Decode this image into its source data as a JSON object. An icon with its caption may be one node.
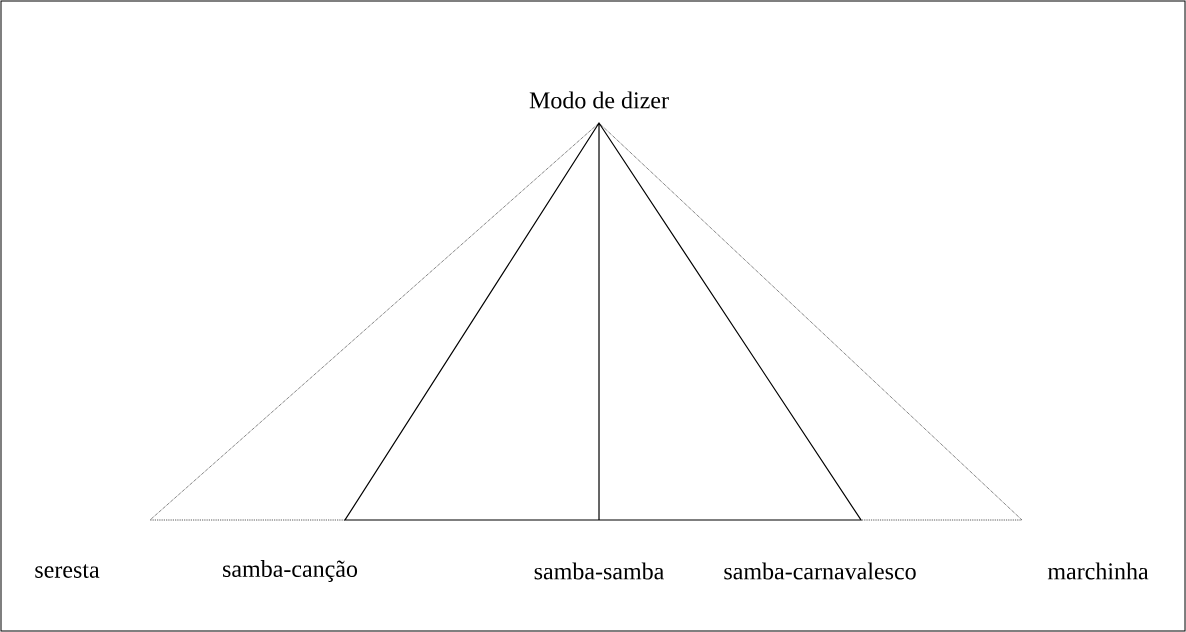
{
  "diagram": {
    "labels": [
      "Modo de dizer",
      "seresta",
      "samba-canção",
      "samba-samba",
      "samba-carnavalesco",
      "marchinha"
    ]
  }
}
